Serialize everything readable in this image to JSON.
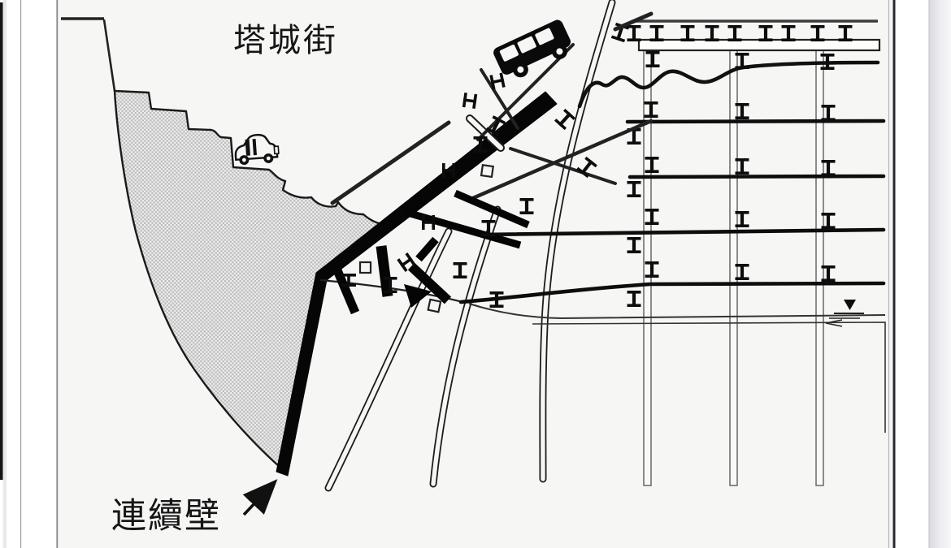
{
  "meta": {
    "type": "engineering-diagram",
    "subject": "excavation collapse cross-section with diaphragm wall failure"
  },
  "labels": {
    "street": "塔城街",
    "wall": "連續壁"
  },
  "colors": {
    "ink": "#1a1a1a",
    "paper": "#f6f6f5",
    "page_white": "#ffffff",
    "soil_dot": "#bdbdbd",
    "frame_dark": "#2a2a2e",
    "edge_strip": "#e6e6ec"
  },
  "icons": [
    {
      "name": "van-icon",
      "meaning": "minibus tipped on collapsed slope"
    },
    {
      "name": "car-icon",
      "meaning": "car resting on slumped soil bench"
    },
    {
      "name": "water-level-icon",
      "meaning": "groundwater level marker"
    },
    {
      "name": "i-beam-symbol",
      "meaning": "steel strut cross-section"
    },
    {
      "name": "h-beam-symbol",
      "meaning": "steel H-section piece"
    }
  ],
  "structure": {
    "strut_levels": 5,
    "king_posts": 3,
    "top_ibeam_row_count": 9,
    "bent_piles": 3,
    "soil_wedge": "cross-hatched collapsed soil mass behind failed diaphragm wall"
  }
}
